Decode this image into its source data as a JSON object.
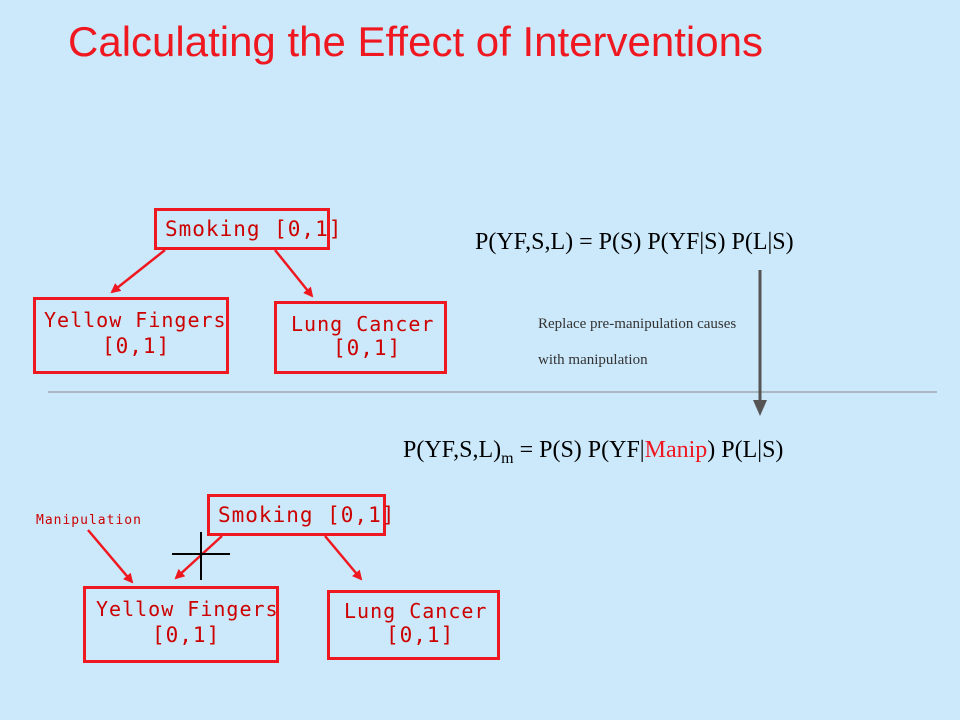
{
  "title": "Calculating the Effect of Interventions",
  "top_graph": {
    "smoking": "Smoking [0,1]",
    "yellow_fingers": [
      "Yellow Fingers",
      "[0,1]"
    ],
    "lung_cancer": [
      "Lung Cancer",
      "[0,1]"
    ]
  },
  "equation_top": "P(YF,S,L) = P(S) P(YF|S) P(L|S)",
  "note": [
    "Replace pre-manipulation causes",
    "with manipulation"
  ],
  "equation_bottom": {
    "lhs": "P(YF,S,L)",
    "sub": "m",
    "part1": " = P(S) P(YF|",
    "manip": "Manip",
    "part2": ") P(L|S)"
  },
  "bottom_graph": {
    "manipulation": "Manipulation",
    "smoking": "Smoking [0,1]",
    "yellow_fingers": [
      "Yellow Fingers",
      "[0,1]"
    ],
    "lung_cancer": [
      "Lung Cancer",
      "[0,1]"
    ]
  },
  "colors": {
    "background": "#cbe9fb",
    "accent": "#f01820"
  }
}
